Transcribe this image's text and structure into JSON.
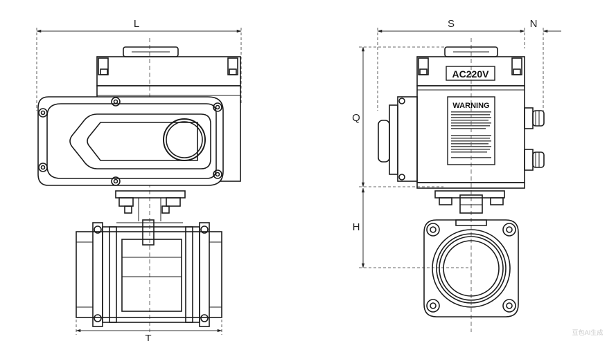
{
  "dimensions": {
    "L": "L",
    "S": "S",
    "N": "N",
    "Q": "Q",
    "H": "H",
    "T": "T"
  },
  "nameplate": "AC220V",
  "warning_title": "WARNING",
  "watermark": "豆包AI生成",
  "colors": {
    "line": "#1c1c1c",
    "dim": "#333333",
    "background": "#ffffff"
  }
}
